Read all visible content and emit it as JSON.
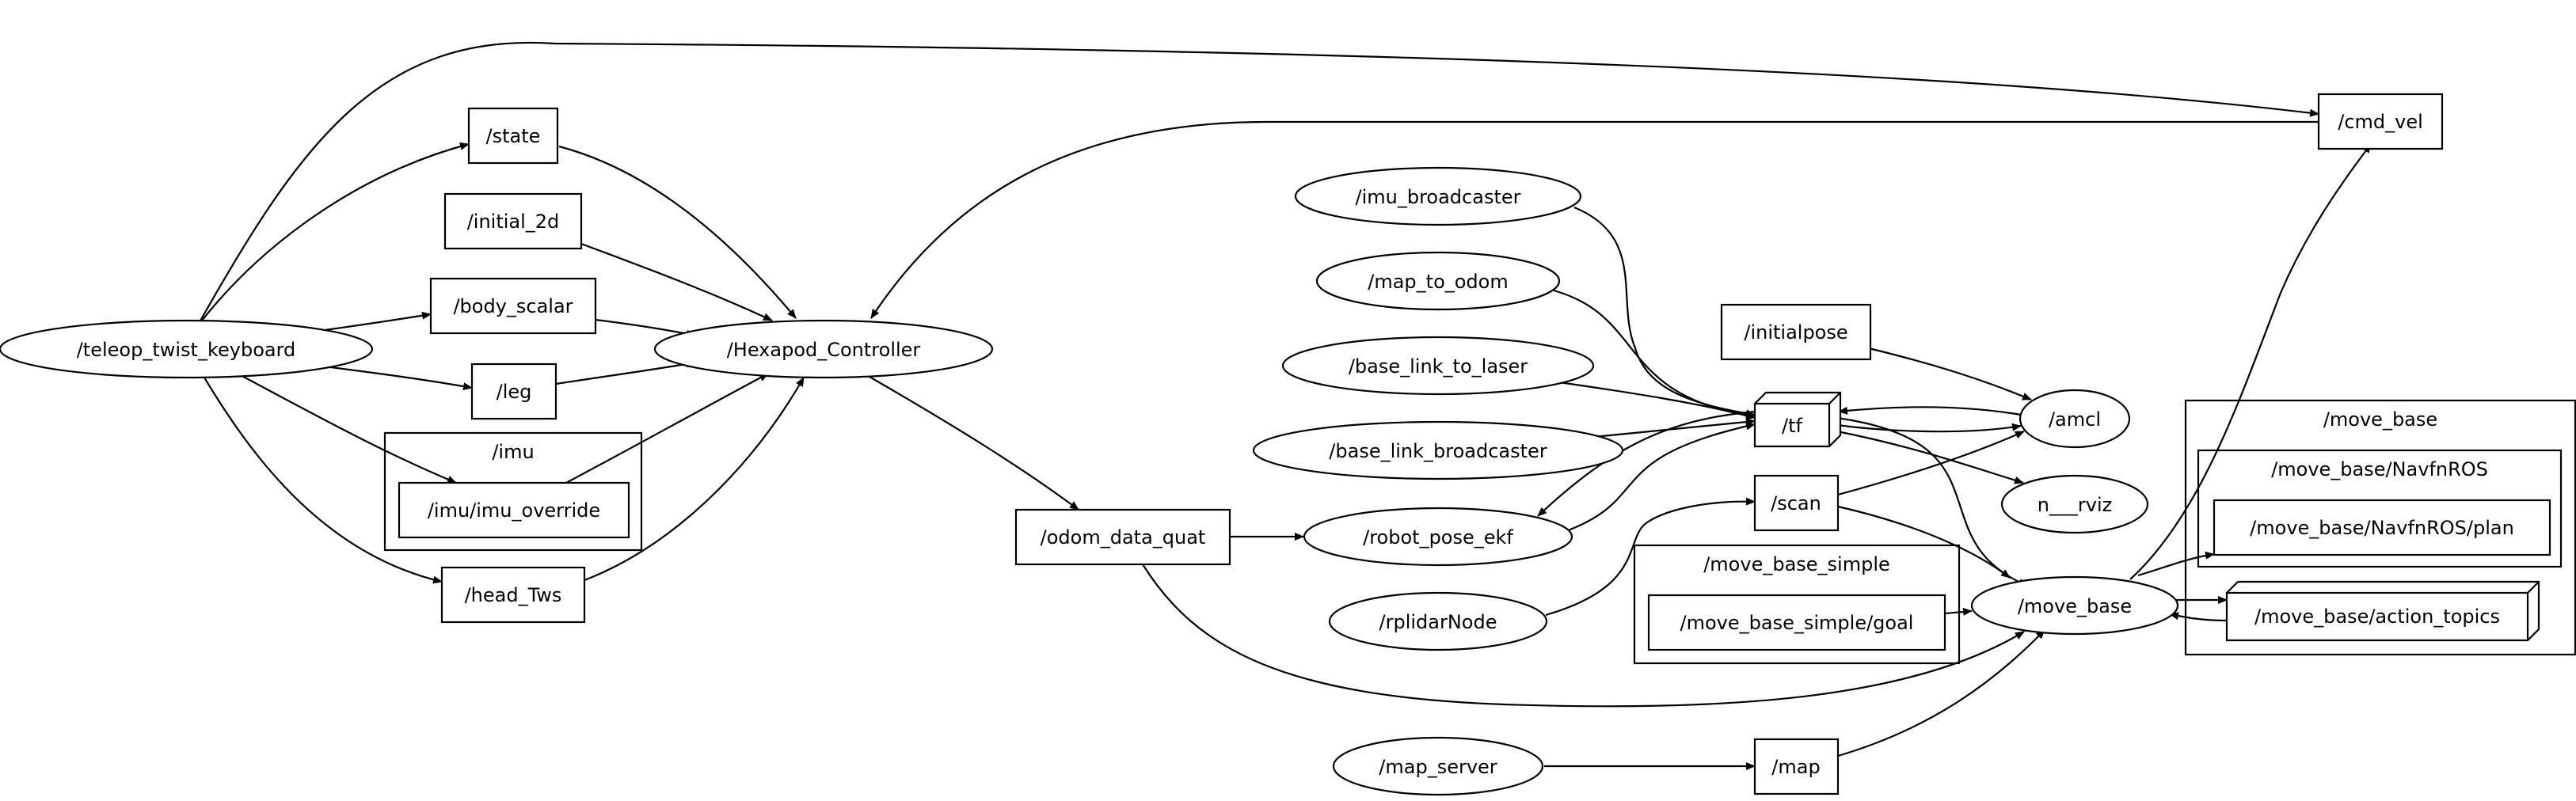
{
  "graph": {
    "clusters": {
      "imu": "/imu",
      "move_base_simple": "/move_base_simple",
      "move_base": "/move_base",
      "move_base_navfn": "/move_base/NavfnROS"
    },
    "nodes": {
      "teleop_twist_keyboard": "/teleop_twist_keyboard",
      "state": "/state",
      "initial_2d": "/initial_2d",
      "body_scalar": "/body_scalar",
      "leg": "/leg",
      "imu_override": "/imu/imu_override",
      "head_tws": "/head_Tws",
      "hexapod_controller": "/Hexapod_Controller",
      "odom_data_quat": "/odom_data_quat",
      "imu_broadcaster": "/imu_broadcaster",
      "map_to_odom": "/map_to_odom",
      "base_link_to_laser": "/base_link_to_laser",
      "base_link_broadcaster": "/base_link_broadcaster",
      "robot_pose_ekf": "/robot_pose_ekf",
      "rplidar_node": "/rplidarNode",
      "map_server": "/map_server",
      "initialpose": "/initialpose",
      "tf": "/tf",
      "scan": "/scan",
      "move_base_simple_goal": "/move_base_simple/goal",
      "map": "/map",
      "amcl": "/amcl",
      "rviz": "n___rviz",
      "move_base": "/move_base",
      "cmd_vel": "/cmd_vel",
      "navfn_plan": "/move_base/NavfnROS/plan",
      "action_topics": "/move_base/action_topics"
    }
  }
}
